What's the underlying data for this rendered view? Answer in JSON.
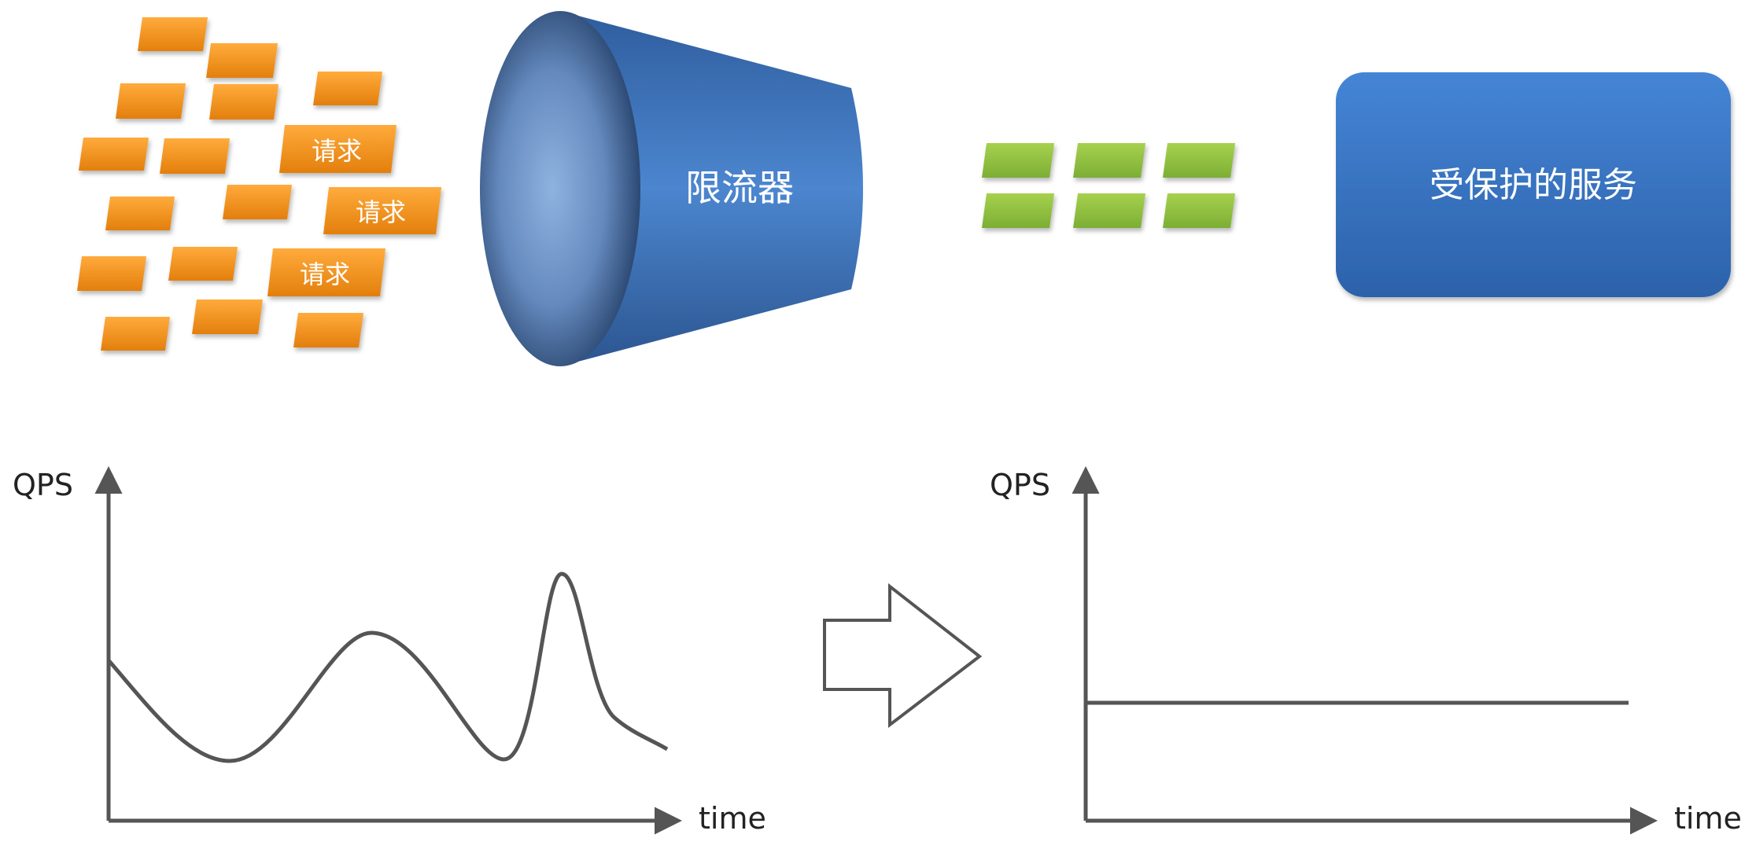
{
  "diagram": {
    "request_label": "请求",
    "limiter_label": "限流器",
    "service_label": "受保护的服务"
  },
  "colors": {
    "request_orange": "#ee8a16",
    "passed_green": "#8fbe3f",
    "limiter_blue": "#3a6fb4",
    "service_blue": "#3a78c8",
    "axis_gray": "#555555"
  },
  "charts": {
    "before": {
      "y_label": "QPS",
      "x_label": "time"
    },
    "after": {
      "y_label": "QPS",
      "x_label": "time"
    }
  },
  "icons": {
    "transition": "hollow-right-arrow-icon"
  }
}
